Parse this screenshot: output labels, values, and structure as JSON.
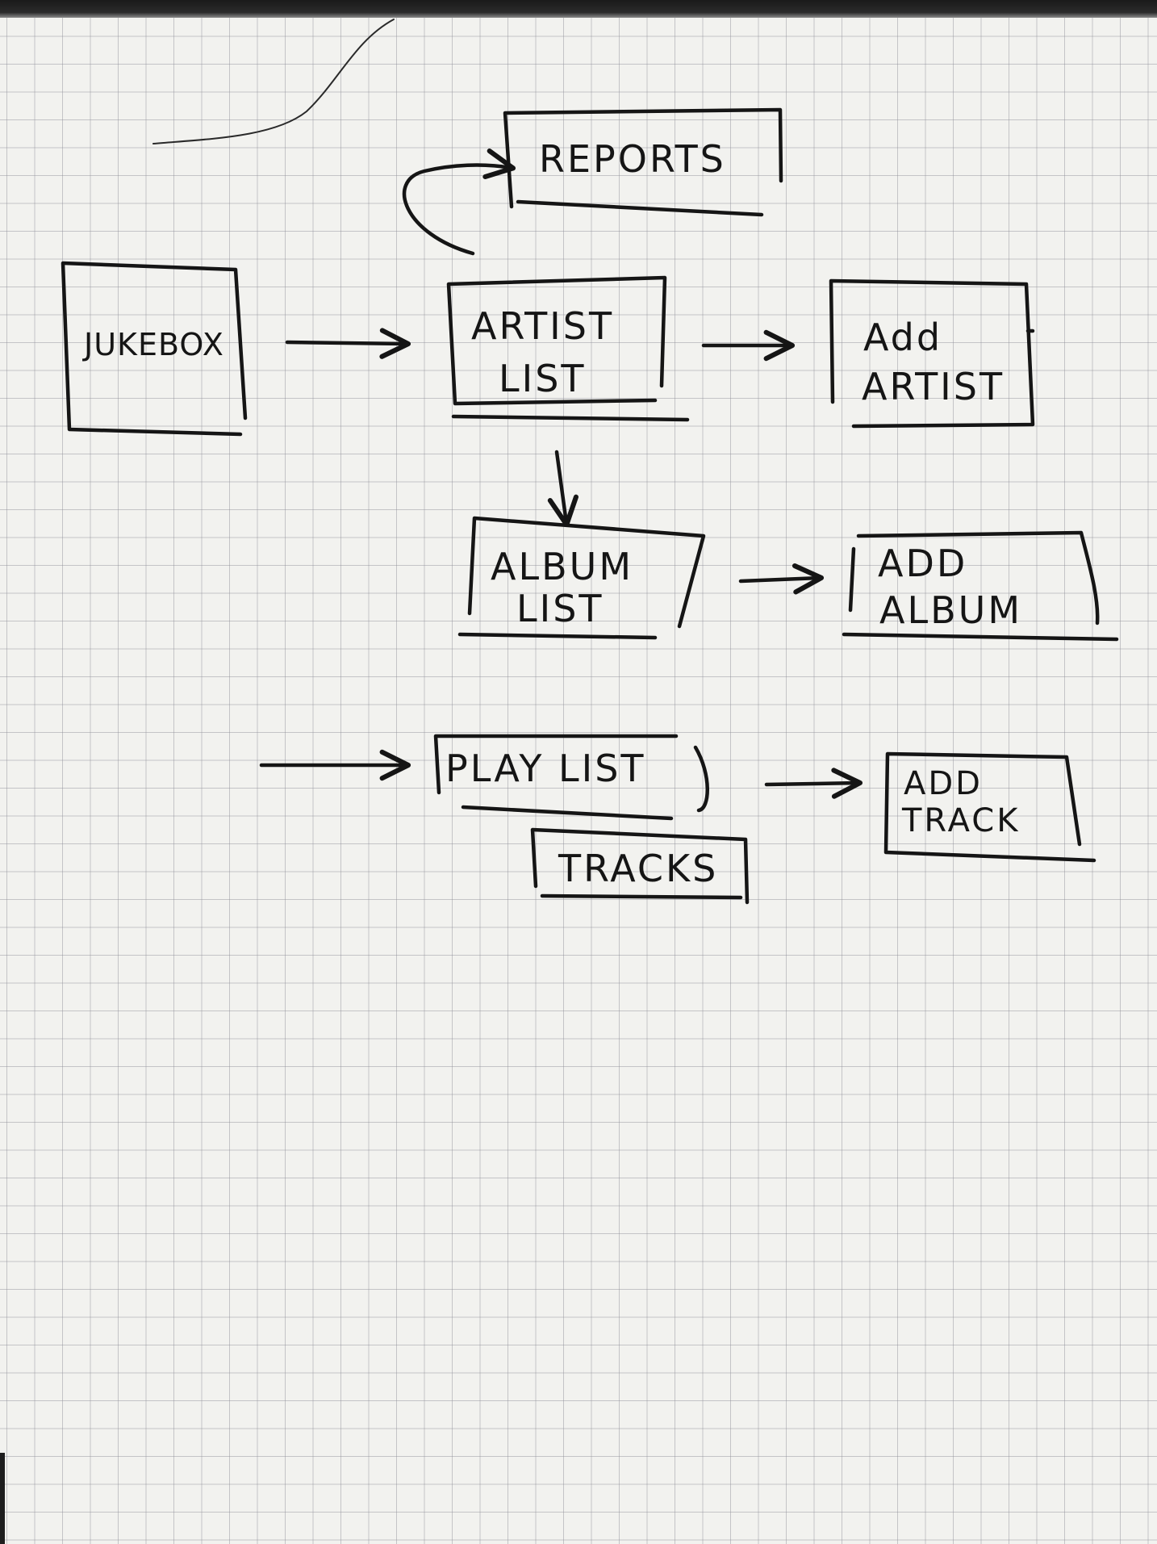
{
  "diagram": {
    "nodes": {
      "jukebox": {
        "label": "JUKEBOX"
      },
      "reports": {
        "label": "REPORTS"
      },
      "artist_list": {
        "line1": "ARTIST",
        "line2": "LIST"
      },
      "add_artist": {
        "line1": "Add",
        "line2": "ARTIST"
      },
      "album_list": {
        "line1": "ALBUM",
        "line2": "LIST"
      },
      "add_album": {
        "line1": "ADD",
        "line2": "ALBUM"
      },
      "playlist": {
        "label": "PLAY LIST"
      },
      "tracks": {
        "label": "TRACKS"
      },
      "add_track": {
        "line1": "ADD",
        "line2": "TRACK"
      }
    },
    "edges": [
      {
        "from": "JUKEBOX",
        "to": "ARTIST LIST"
      },
      {
        "from": "ARTIST LIST",
        "to": "REPORTS"
      },
      {
        "from": "ARTIST LIST",
        "to": "Add ARTIST"
      },
      {
        "from": "ARTIST LIST",
        "to": "ALBUM LIST"
      },
      {
        "from": "ALBUM LIST",
        "to": "ADD ALBUM"
      },
      {
        "from": "",
        "to": "PLAY LIST"
      },
      {
        "from": "PLAY LIST",
        "to": "ADD TRACK"
      }
    ],
    "colors": {
      "ink": "#151515",
      "paper": "#f2f2ef",
      "grid": "#8c8c96"
    }
  }
}
